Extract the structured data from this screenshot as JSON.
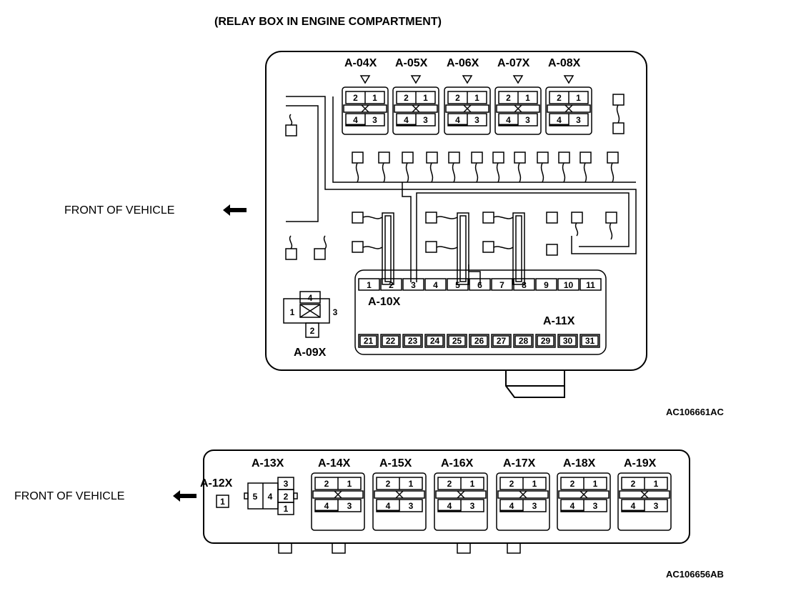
{
  "title": "(RELAY BOX IN ENGINE COMPARTMENT)",
  "front_label": "FRONT OF VEHICLE",
  "upper": {
    "relays": [
      "A-04X",
      "A-05X",
      "A-06X",
      "A-07X",
      "A-08X"
    ],
    "relay_pins": [
      "2",
      "1",
      "4",
      "3"
    ],
    "a09": {
      "label": "A-09X",
      "pins": [
        "4",
        "1",
        "3",
        "2"
      ]
    },
    "a10": {
      "label": "A-10X"
    },
    "a11": {
      "label": "A-11X"
    },
    "row1": [
      "1",
      "2",
      "3",
      "4",
      "5",
      "6",
      "7",
      "8",
      "9",
      "10",
      "11"
    ],
    "row2": [
      "21",
      "22",
      "23",
      "24",
      "25",
      "26",
      "27",
      "28",
      "29",
      "30",
      "31"
    ],
    "code": "AC106661AC"
  },
  "lower": {
    "a12": {
      "label": "A-12X",
      "pin": "1"
    },
    "a13": {
      "label": "A-13X",
      "pins": [
        "5",
        "4",
        "3",
        "2",
        "1"
      ]
    },
    "relays": [
      "A-14X",
      "A-15X",
      "A-16X",
      "A-17X",
      "A-18X",
      "A-19X"
    ],
    "relay_pins": [
      "2",
      "1",
      "4",
      "3"
    ],
    "code": "AC106656AB"
  },
  "colors": {
    "ink": "#000000",
    "paper": "#ffffff"
  },
  "icons": [
    "arrow-left-icon"
  ]
}
